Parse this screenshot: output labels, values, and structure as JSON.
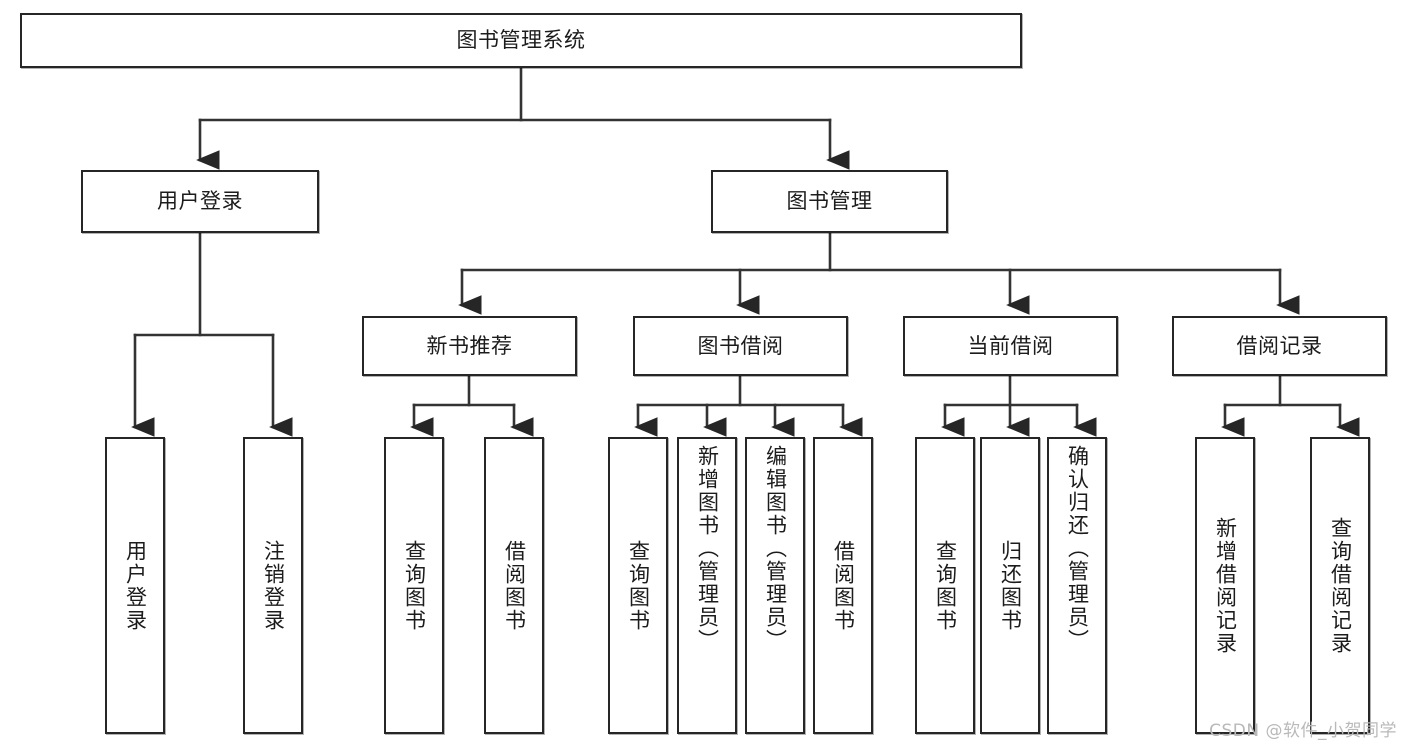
{
  "diagram": {
    "type": "tree",
    "title": "图书管理系统",
    "watermark": "CSDN @软件_小贺同学",
    "colors": {
      "node_border": "#262626",
      "node_fill": "#ffffff",
      "connector": "#333333",
      "text": "#1c1c1c",
      "watermark": "#b9b9b9"
    },
    "root": {
      "label": "图书管理系统"
    },
    "level1": [
      {
        "label": "用户登录"
      },
      {
        "label": "图书管理"
      }
    ],
    "level2": [
      {
        "label": "新书推荐"
      },
      {
        "label": "图书借阅"
      },
      {
        "label": "当前借阅"
      },
      {
        "label": "借阅记录"
      }
    ],
    "leaves": {
      "user_login": [
        {
          "label": "用户登录"
        },
        {
          "label": "注销登录"
        }
      ],
      "new_book_recommend": [
        {
          "label": "查询图书"
        },
        {
          "label": "借阅图书"
        }
      ],
      "book_borrow": [
        {
          "label": "查询图书"
        },
        {
          "label": "新增图书（管理员）"
        },
        {
          "label": "编辑图书（管理员）"
        },
        {
          "label": "借阅图书"
        }
      ],
      "current_borrow": [
        {
          "label": "查询图书"
        },
        {
          "label": "归还图书"
        },
        {
          "label": "确认归还（管理员）"
        }
      ],
      "borrow_record": [
        {
          "label": "新增借阅记录"
        },
        {
          "label": "查询借阅记录"
        }
      ]
    }
  }
}
